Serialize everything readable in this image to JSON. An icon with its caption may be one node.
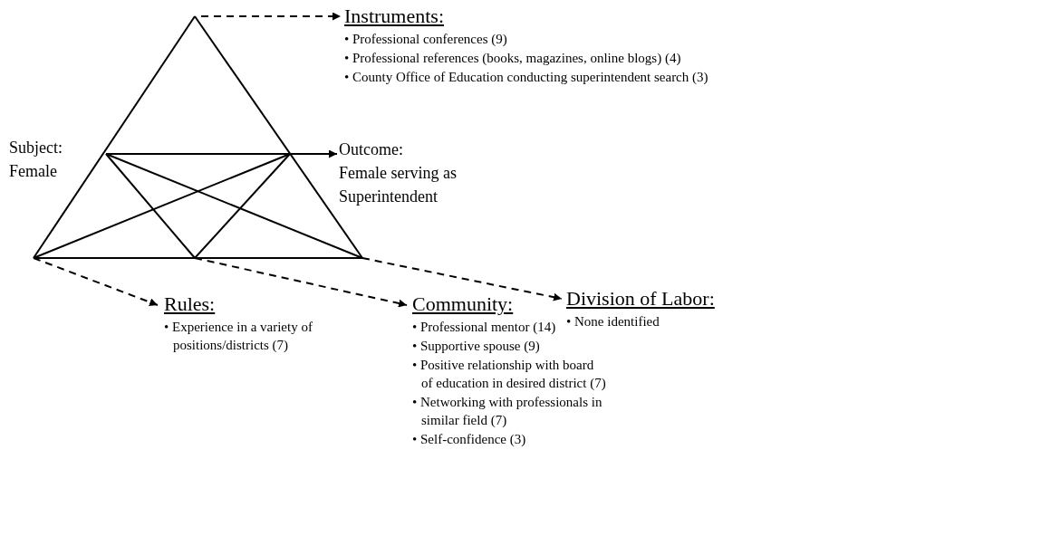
{
  "diagram": {
    "nodes": [
      {
        "text": [
          "Subject:",
          "Female"
        ]
      },
      {
        "text": [
          "Outcome:",
          "Female serving as Superintendent"
        ]
      },
      {
        "text": [
          "Instruments:",
          "• Professional conferences (9)",
          "• Professional references (books, magazines, online blogs) (4)",
          "• County Office of Education conducting superintendent search (3)"
        ]
      },
      {
        "text": [
          "Rules:",
          "• Experience in a variety of positions/districts (7)"
        ]
      },
      {
        "text": [
          "Community:",
          "• Professional mentor (14)",
          "• Supportive spouse (9)",
          "• Positive relationship with board of education in desired district (7)",
          "• Networking with professionals in similar field (7)",
          "• Self-confidence (3)"
        ]
      },
      {
        "text": [
          "Division of Labor:",
          "• None identified"
        ]
      },
      {
        "text": [],
        "shape": "triangle"
      }
    ],
    "edges": [
      {
        "from": 6,
        "to": 1,
        "arrow": "to"
      },
      {
        "from": 6,
        "to": 2,
        "arrow": "to",
        "style": "dashed"
      },
      {
        "from": 6,
        "to": 3,
        "arrow": "to",
        "style": "dashed"
      },
      {
        "from": 6,
        "to": 4,
        "arrow": "to",
        "style": "dashed"
      },
      {
        "from": 6,
        "to": 5,
        "arrow": "to",
        "style": "dashed"
      }
    ]
  }
}
